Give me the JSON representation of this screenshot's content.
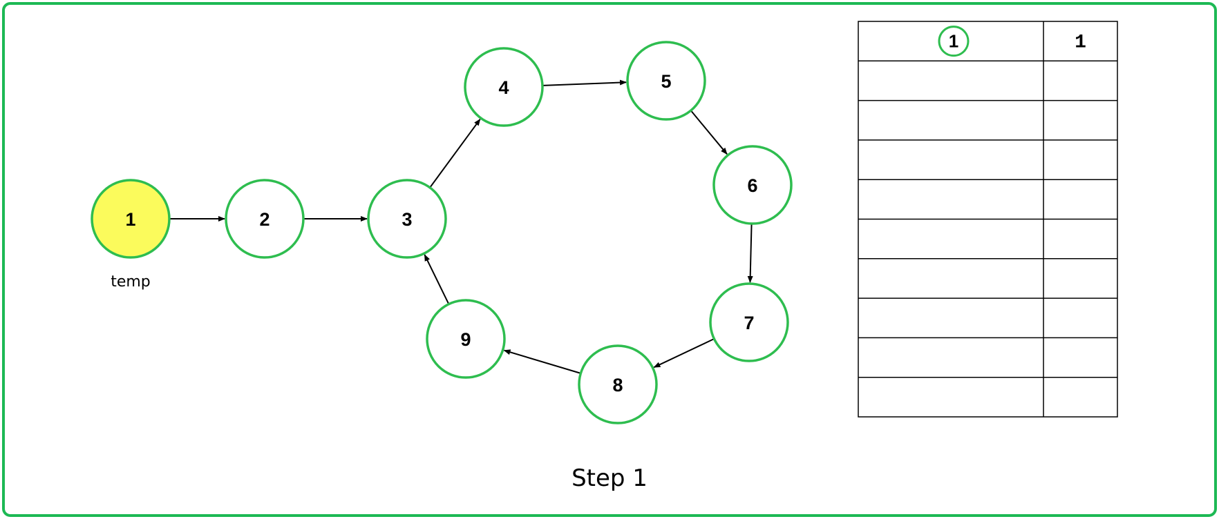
{
  "colors": {
    "border": "#1db954",
    "node_stroke": "#2ebd4f",
    "node_fill": "#ffffff",
    "highlight_fill": "#fbfb5c",
    "edge": "#000000"
  },
  "nodes": [
    "1",
    "2",
    "3",
    "4",
    "5",
    "6",
    "7",
    "8",
    "9"
  ],
  "highlighted_node": "1",
  "temp_label": "temp",
  "edges": [
    [
      "1",
      "2"
    ],
    [
      "2",
      "3"
    ],
    [
      "3",
      "4"
    ],
    [
      "4",
      "5"
    ],
    [
      "5",
      "6"
    ],
    [
      "6",
      "7"
    ],
    [
      "7",
      "8"
    ],
    [
      "8",
      "9"
    ],
    [
      "9",
      "3"
    ]
  ],
  "table": {
    "rows": [
      {
        "node": "1",
        "value": "1"
      },
      {
        "node": "",
        "value": ""
      },
      {
        "node": "",
        "value": ""
      },
      {
        "node": "",
        "value": ""
      },
      {
        "node": "",
        "value": ""
      },
      {
        "node": "",
        "value": ""
      },
      {
        "node": "",
        "value": ""
      },
      {
        "node": "",
        "value": ""
      },
      {
        "node": "",
        "value": ""
      },
      {
        "node": "",
        "value": ""
      }
    ]
  },
  "step_label": "Step 1"
}
